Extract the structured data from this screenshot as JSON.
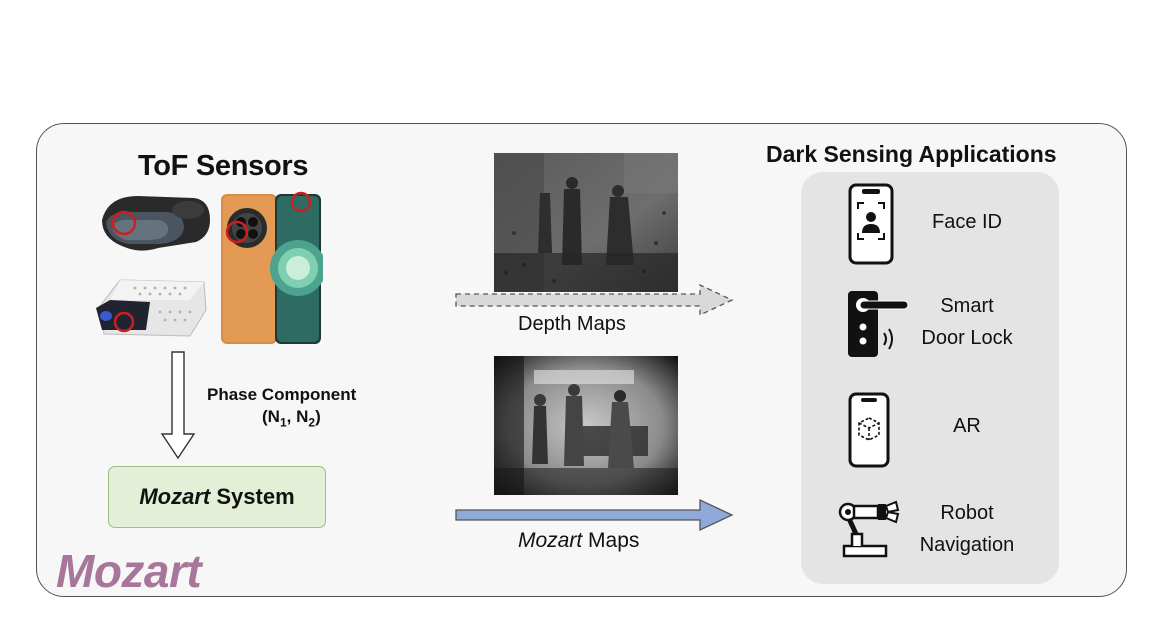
{
  "sensors": {
    "title": "ToF Sensors"
  },
  "phase": {
    "label": "Phase Component",
    "vars_prefix": "(N",
    "sub1": "1",
    "mid": ", N",
    "sub2": "2",
    "suffix": ")"
  },
  "system": {
    "name_italic": "Mozart",
    "name_rest": " System"
  },
  "depth_maps": {
    "label": "Depth Maps"
  },
  "mozart_maps": {
    "italic": "Mozart",
    "rest": " Maps"
  },
  "brand": "Mozart",
  "applications": {
    "title": "Dark Sensing Applications",
    "items": [
      {
        "icon": "face-id-phone-icon",
        "lines": [
          "Face ID"
        ]
      },
      {
        "icon": "smart-door-lock-icon",
        "lines": [
          "Smart",
          "Door Lock"
        ]
      },
      {
        "icon": "ar-phone-icon",
        "lines": [
          "AR"
        ]
      },
      {
        "icon": "robot-arm-icon",
        "lines": [
          "Robot",
          "Navigation"
        ]
      }
    ]
  },
  "colors": {
    "brand": "#a8769b",
    "system_box_fill": "#e3efd6",
    "depth_arrow": "#d9d9d9",
    "mozart_arrow": "#8fa9d9",
    "sensor_highlight": "#cc1f1f"
  }
}
